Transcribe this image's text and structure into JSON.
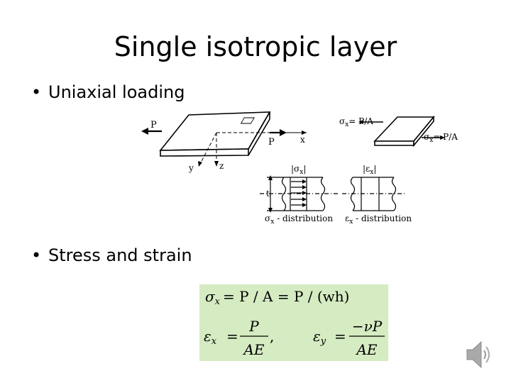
{
  "slide": {
    "title": "Single isotropic layer",
    "bullets": [
      "Uniaxial loading",
      "Stress and strain"
    ]
  },
  "diagram": {
    "load_P": "P",
    "axis_x": "x",
    "axis_y": "y",
    "axis_z": "z",
    "sigma_sym": "σ",
    "eps_sym": "ε",
    "sub_x": "x",
    "eq_PA": "= P/A",
    "thickness_t": "t",
    "dist_label": " - distribution"
  },
  "equations": {
    "sigma": "σ",
    "eps": "ε",
    "sub_x": "x",
    "sub_y": "y",
    "eq1_rhs": "= P / A = P / (wh)",
    "P": "P",
    "AE": "AE",
    "negNuP": "−νP",
    "eq": "=",
    "comma": ","
  },
  "icons": {
    "speaker": "speaker-icon"
  }
}
